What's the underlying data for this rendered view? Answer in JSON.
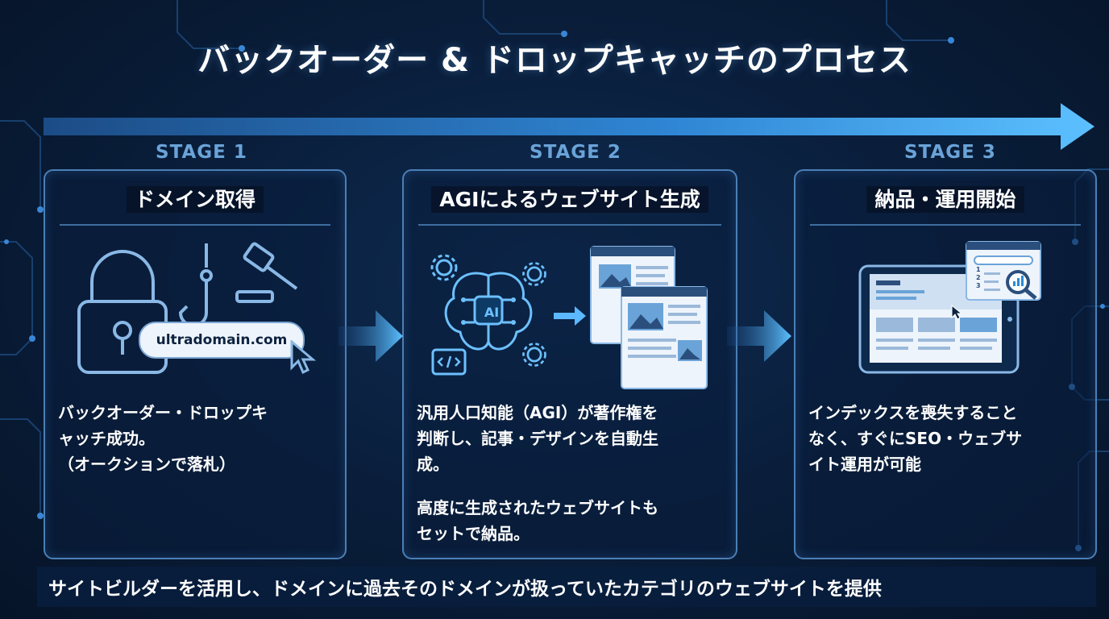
{
  "title": "バックオーダー & ドロップキャッチのプロセス",
  "stages": [
    {
      "label": "STAGE 1",
      "heading": "ドメイン取得",
      "domain_text": "ultradomain.com",
      "text": "バックオーダー・ドロップキ\nャッチ成功。\n（オークションで落札）",
      "text2": ""
    },
    {
      "label": "STAGE 2",
      "heading": "AGIによるウェブサイト生成",
      "ai_label": "AI",
      "text": "汎用人口知能（AGI）が著作権を\n判断し、記事・デザインを自動生\n成。",
      "text2": "高度に生成されたウェブサイトも\nセットで納品。"
    },
    {
      "label": "STAGE 3",
      "heading": "納品・運用開始",
      "list_numbers": [
        "1",
        "2",
        "3"
      ],
      "text": "インデックスを喪失すること\nなく、すぐにSEO・ウェブサ\nイト運用が可能",
      "text2": ""
    }
  ],
  "footer": "サイトビルダーを活用し、ドメインに過去そのドメインが扱っていたカテゴリのウェブサイトを提供",
  "colors": {
    "background": "#0a1f3d",
    "accent": "#4aa8f0",
    "card_border": "#4b7fb5",
    "stage_label": "#6aa3d8",
    "icon_stroke": "#8ab8e6"
  },
  "icons": [
    "padlock-icon",
    "fishing-hook-icon",
    "gavel-icon",
    "cursor-icon",
    "gear-icon",
    "brain-icon",
    "code-icon",
    "web-page-icon",
    "tablet-icon",
    "search-magnifier-icon",
    "bar-chart-icon"
  ]
}
